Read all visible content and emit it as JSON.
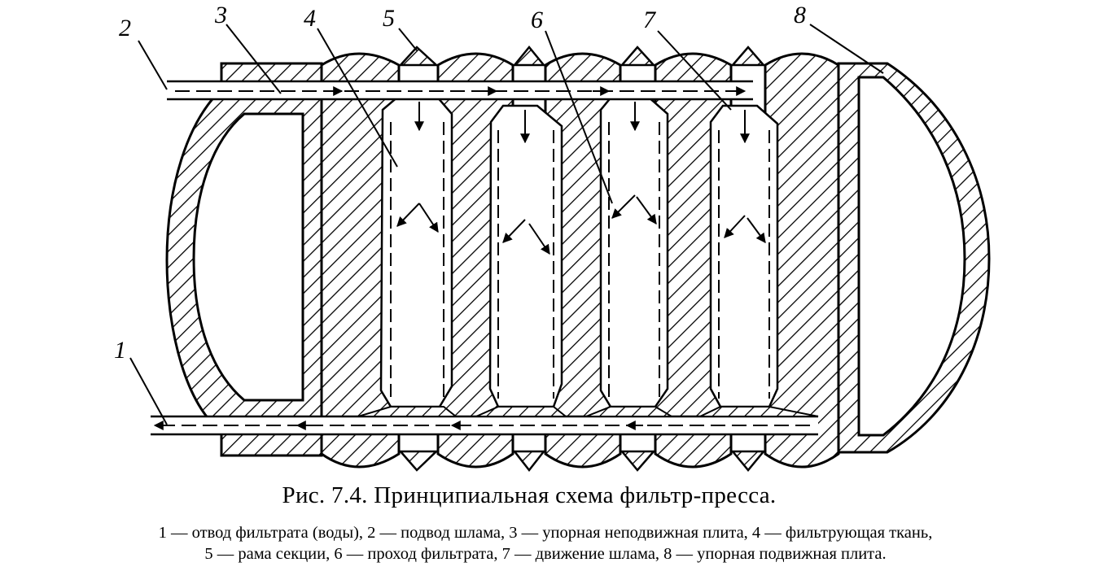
{
  "callouts": [
    {
      "id": "1",
      "label": "1"
    },
    {
      "id": "2",
      "label": "2"
    },
    {
      "id": "3",
      "label": "3"
    },
    {
      "id": "4",
      "label": "4"
    },
    {
      "id": "5",
      "label": "5"
    },
    {
      "id": "6",
      "label": "6"
    },
    {
      "id": "7",
      "label": "7"
    },
    {
      "id": "8",
      "label": "8"
    }
  ],
  "figure": {
    "title": "Рис. 7.4. Принципиальная схема фильтр-пресса.",
    "caption_line1": "1 — отвод фильтрата (воды), 2 — подвод шлама, 3 — упорная неподвижная плита, 4 — фильтрующая ткань,",
    "caption_line2": "5 — рама секции, 6 — проход фильтрата, 7 — движение шлама, 8 — упорная подвижная плита."
  },
  "colors": {
    "ink": "#000000",
    "paper": "#ffffff"
  }
}
